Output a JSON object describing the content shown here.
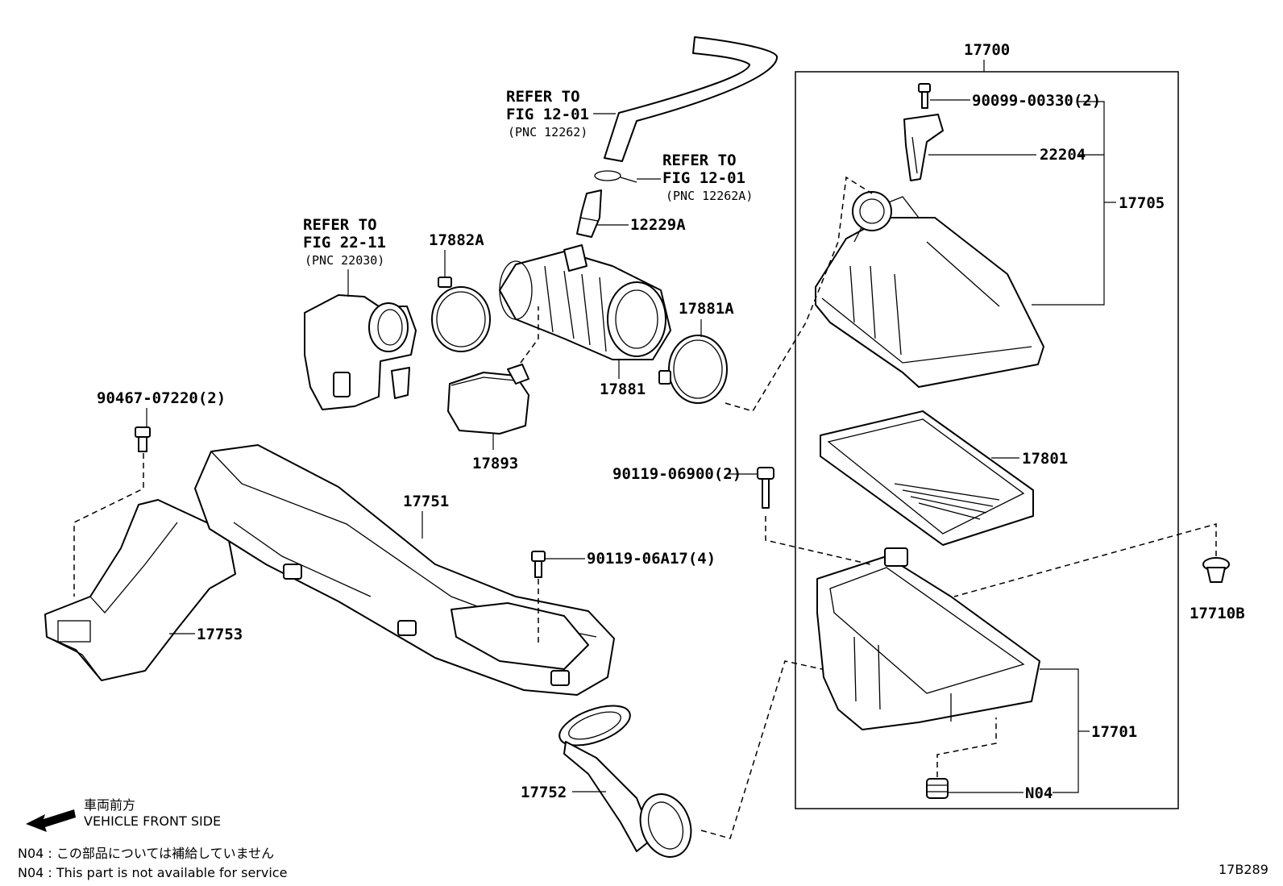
{
  "assembly": {
    "label": "17700",
    "subassembly_label": "17705",
    "sensor_bolt": "90099-00330(2)",
    "sensor": "22204",
    "filter_element": "17801",
    "case_body": "17701",
    "grommet_n04": "N04",
    "grommet_side": "17710B"
  },
  "parts": {
    "hose_refer": [
      "REFER TO",
      "FIG 12-01",
      "(PNC 12262)"
    ],
    "clip_refer": [
      "REFER TO",
      "FIG 12-01",
      "(PNC 12262A)"
    ],
    "throttle_refer": [
      "REFER TO",
      "FIG 22-11",
      "(PNC 22030)"
    ],
    "connector": "12229A",
    "clamp_a": "17882A",
    "clamp_b": "17881A",
    "intake_hose": "17881",
    "resonator": "17893",
    "bolt_left": "90467-07220(2)",
    "bolt_case": "90119-06900(2)",
    "bolt_duct": "90119-06A17(4)",
    "duct_main": "17751",
    "duct_front": "17753",
    "duct_elbow": "17752"
  },
  "notes": {
    "direction_jp": "車両前方",
    "direction_en": "VEHICLE FRONT SIDE",
    "n04_jp": "N04 : この部品については補給していません",
    "n04_en": "N04 : This part is not available for service",
    "figure_code": "17B289"
  }
}
